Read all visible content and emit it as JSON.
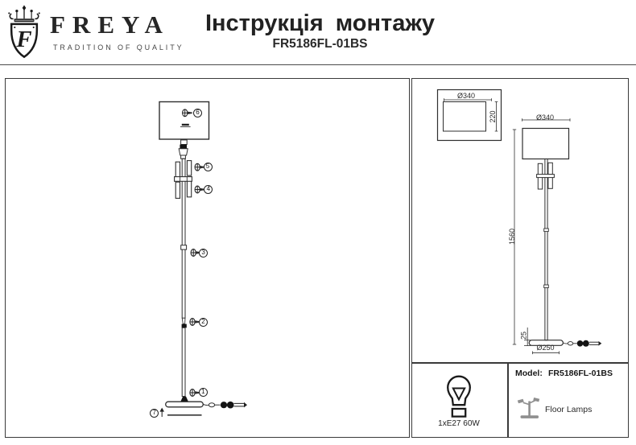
{
  "header": {
    "brand": "FREYA",
    "tagline": "TRADITION OF QUALITY",
    "logo_letter": "F",
    "title": "Інструкція монтажу",
    "model": "FR5186FL-01BS"
  },
  "assembly": {
    "callouts": [
      "1",
      "2",
      "3",
      "4",
      "5",
      "6",
      "7"
    ]
  },
  "dimensions": {
    "top_view_diameter": "Ø340",
    "top_view_depth": "220",
    "shade_diameter": "Ø340",
    "lamp_height": "1560",
    "base_height": "25",
    "base_diameter": "Ø250"
  },
  "specs": {
    "bulb": "1xE27 60W",
    "model_label": "Model:",
    "model_value": "FR5186FL-01BS",
    "category": "Floor Lamps"
  },
  "colors": {
    "ink": "#222222",
    "panel_border": "#3a3a3a",
    "icon_gray": "#8f8f8f"
  }
}
